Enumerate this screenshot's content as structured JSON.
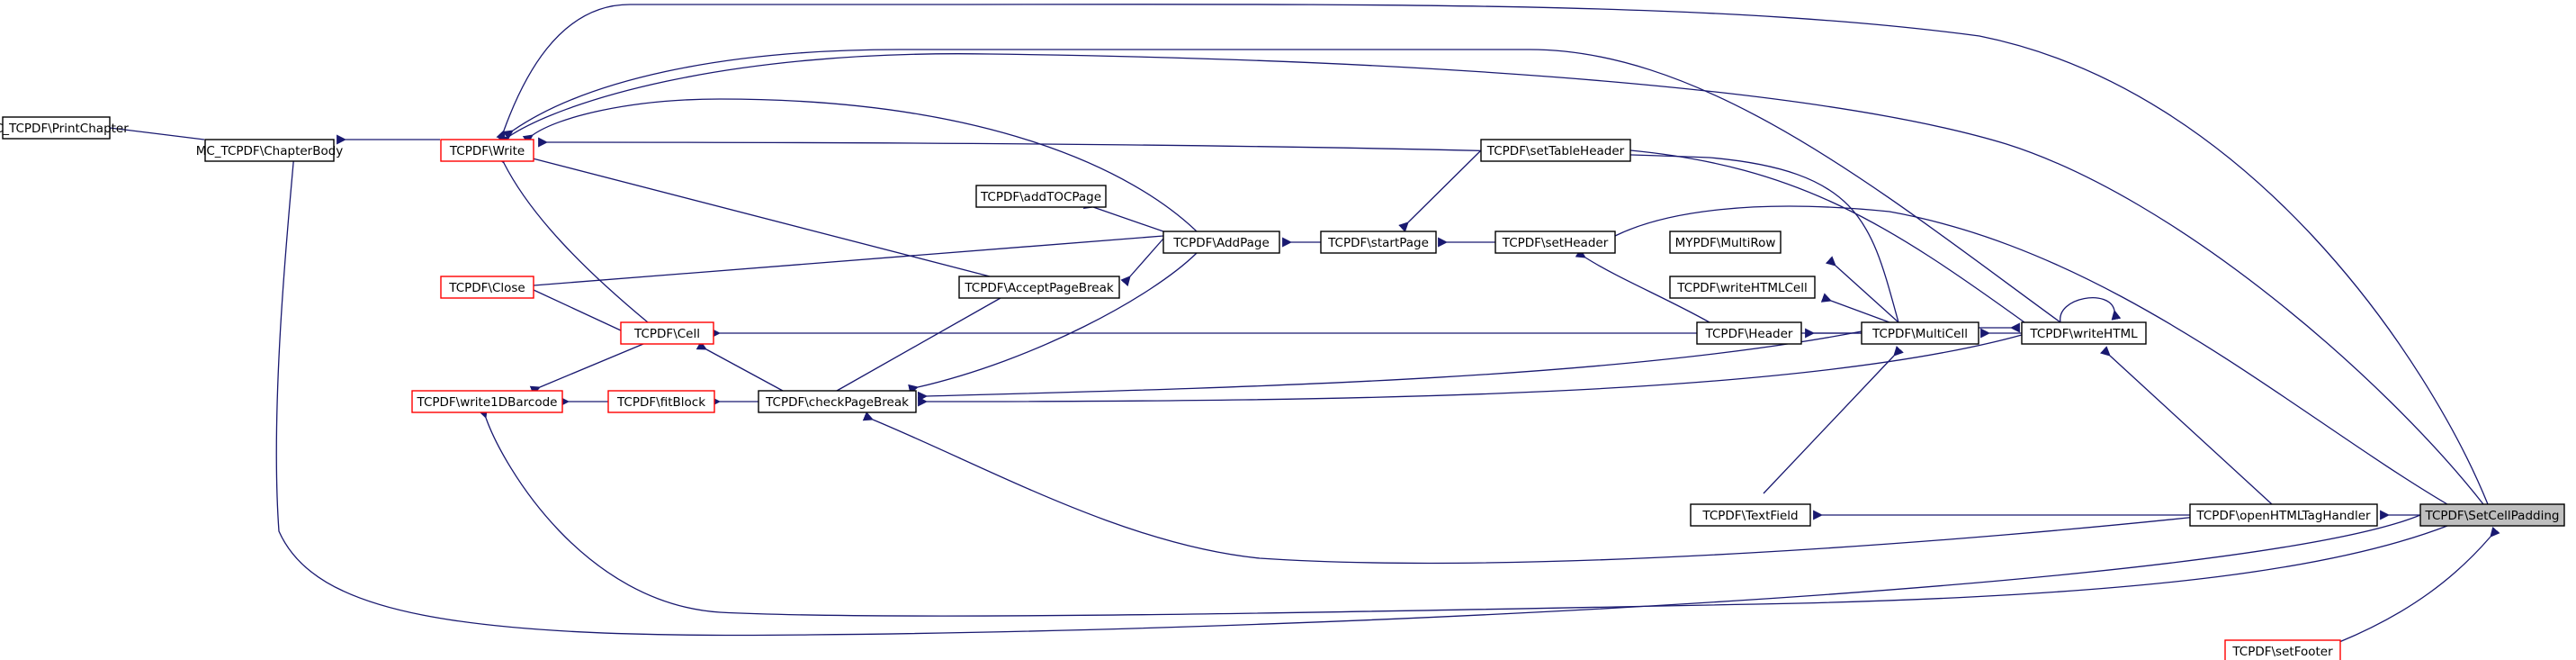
{
  "diagram": {
    "title": "",
    "colors": {
      "edge": "#191970",
      "node_border": "#000000",
      "node_border_truncated": "#ff0000",
      "focus_fill": "#bfbfbf"
    },
    "nodes": {
      "printchapter": {
        "label": "MC_TCPDF\\PrintChapter",
        "truncated": false
      },
      "chapterbody": {
        "label": "MC_TCPDF\\ChapterBody",
        "truncated": false
      },
      "write": {
        "label": "TCPDF\\Write",
        "truncated": true
      },
      "close": {
        "label": "TCPDF\\Close",
        "truncated": true
      },
      "cell": {
        "label": "TCPDF\\Cell",
        "truncated": true
      },
      "write1dbarcode": {
        "label": "TCPDF\\write1DBarcode",
        "truncated": true
      },
      "fitblock": {
        "label": "TCPDF\\fitBlock",
        "truncated": true
      },
      "checkpagebreak": {
        "label": "TCPDF\\checkPageBreak",
        "truncated": false
      },
      "acceptpagebreak": {
        "label": "TCPDF\\AcceptPageBreak",
        "truncated": false
      },
      "addtocpage": {
        "label": "TCPDF\\addTOCPage",
        "truncated": false
      },
      "addpage": {
        "label": "TCPDF\\AddPage",
        "truncated": false
      },
      "startpage": {
        "label": "TCPDF\\startPage",
        "truncated": false
      },
      "settableheader": {
        "label": "TCPDF\\setTableHeader",
        "truncated": false
      },
      "setheader": {
        "label": "TCPDF\\setHeader",
        "truncated": false
      },
      "multirow": {
        "label": "MYPDF\\MultiRow",
        "truncated": false
      },
      "writehtmlcell": {
        "label": "TCPDF\\writeHTMLCell",
        "truncated": false
      },
      "header": {
        "label": "TCPDF\\Header",
        "truncated": false
      },
      "multicell": {
        "label": "TCPDF\\MultiCell",
        "truncated": false
      },
      "writehtml": {
        "label": "TCPDF\\writeHTML",
        "truncated": false
      },
      "textfield": {
        "label": "TCPDF\\TextField",
        "truncated": false
      },
      "openhtmltaghandler": {
        "label": "TCPDF\\openHTMLTagHandler",
        "truncated": false
      },
      "setcellpadding": {
        "label": "TCPDF\\SetCellPadding",
        "truncated": false,
        "focus": true
      },
      "setfooter": {
        "label": "TCPDF\\setFooter",
        "truncated": true
      }
    },
    "edges": [
      {
        "from": "chapterbody",
        "to": "printchapter"
      },
      {
        "from": "write",
        "to": "chapterbody"
      },
      {
        "from": "setcellpadding",
        "to": "chapterbody"
      },
      {
        "from": "addpage",
        "to": "write"
      },
      {
        "from": "acceptpagebreak",
        "to": "write"
      },
      {
        "from": "multicell",
        "to": "write"
      },
      {
        "from": "writehtml",
        "to": "write"
      },
      {
        "from": "setcellpadding",
        "to": "write"
      },
      {
        "from": "cell",
        "to": "write"
      },
      {
        "from": "addpage",
        "to": "close"
      },
      {
        "from": "cell",
        "to": "close"
      },
      {
        "from": "checkpagebreak",
        "to": "cell"
      },
      {
        "from": "multicell",
        "to": "cell"
      },
      {
        "from": "cell",
        "to": "write1dbarcode"
      },
      {
        "from": "fitblock",
        "to": "write1dbarcode"
      },
      {
        "from": "setcellpadding",
        "to": "write1dbarcode"
      },
      {
        "from": "checkpagebreak",
        "to": "fitblock"
      },
      {
        "from": "multicell",
        "to": "checkpagebreak"
      },
      {
        "from": "writehtml",
        "to": "checkpagebreak"
      },
      {
        "from": "openhtmltaghandler",
        "to": "checkpagebreak"
      },
      {
        "from": "checkpagebreak",
        "to": "acceptpagebreak"
      },
      {
        "from": "addpage",
        "to": "acceptpagebreak"
      },
      {
        "from": "addpage",
        "to": "checkpagebreak"
      },
      {
        "from": "addpage",
        "to": "addtocpage"
      },
      {
        "from": "startpage",
        "to": "addpage"
      },
      {
        "from": "settableheader",
        "to": "startpage"
      },
      {
        "from": "setheader",
        "to": "startpage"
      },
      {
        "from": "writehtml",
        "to": "settableheader"
      },
      {
        "from": "setcellpadding",
        "to": "setheader"
      },
      {
        "from": "header",
        "to": "setheader"
      },
      {
        "from": "multicell",
        "to": "multirow"
      },
      {
        "from": "multicell",
        "to": "writehtmlcell"
      },
      {
        "from": "multicell",
        "to": "header"
      },
      {
        "from": "writehtml",
        "to": "multicell"
      },
      {
        "from": "multicell",
        "to": "writehtml"
      },
      {
        "from": "writehtml",
        "to": "writehtml"
      },
      {
        "from": "openhtmltaghandler",
        "to": "writehtml"
      },
      {
        "from": "setcellpadding",
        "to": "writehtml"
      },
      {
        "from": "multicell",
        "to": "textfield"
      },
      {
        "from": "openhtmltaghandler",
        "to": "textfield"
      },
      {
        "from": "setcellpadding",
        "to": "openhtmltaghandler"
      },
      {
        "from": "setfooter",
        "to": "setcellpadding"
      }
    ]
  }
}
